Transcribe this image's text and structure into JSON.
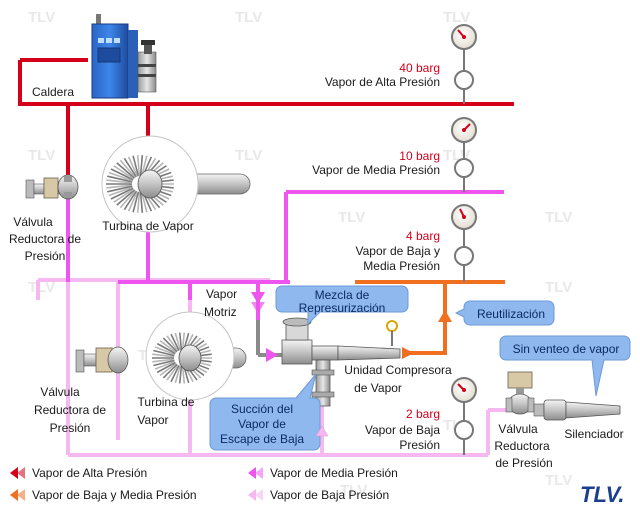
{
  "colors": {
    "high": "#d4001a",
    "medium": "#ee55ee",
    "low_medium": "#f07020",
    "low": "#f6b8f0",
    "callout": "#8fb8ee",
    "gray_pipe": "#8a8a8a"
  },
  "labels": {
    "caldera": "Caldera",
    "p40": "40 barg",
    "high_steam": "Vapor de Alta Presión",
    "p10": "10 barg",
    "medium_steam": "Vapor de Media Presión",
    "p4": "4 barg",
    "lowmed_line1": "Vapor de Baja y",
    "lowmed_line2": "Media Presión",
    "p2": "2 barg",
    "low_line1": "Vapor de Baja",
    "low_line2": "Presión",
    "prv1_line1": "Válvula",
    "prv1_line2": "Reductora de",
    "prv1_line3": "Presión",
    "prv2_line1": "Válvula",
    "prv2_line2": "Reductora de",
    "prv2_line3": "Presión",
    "prv3_line1": "Válvula",
    "prv3_line2": "Reductora",
    "prv3_line3": "de Presión",
    "turbine1": "Turbina de Vapor",
    "turbine2_line1": "Turbina de",
    "turbine2_line2": "Vapor",
    "motive_line1": "Vapor",
    "motive_line2": "Motriz",
    "compressor_line1": "Unidad Compresora",
    "compressor_line2": "de Vapor",
    "silencer": "Silenciador"
  },
  "callouts": {
    "mix_line1": "Mezcla de",
    "mix_line2": "Represurización",
    "reuse": "Reutilización",
    "no_vent": "Sin venteo de vapor",
    "suction_line1": "Succión del",
    "suction_line2": "Vapor de",
    "suction_line3": "Escape de Baja"
  },
  "legend": {
    "high": "Vapor de Alta Presión",
    "medium": "Vapor de Media Presión",
    "low_medium": "Vapor de Baja y Media Presión",
    "low": "Vapor de Baja Presión"
  },
  "watermark": "TLV",
  "logo": "TLV."
}
